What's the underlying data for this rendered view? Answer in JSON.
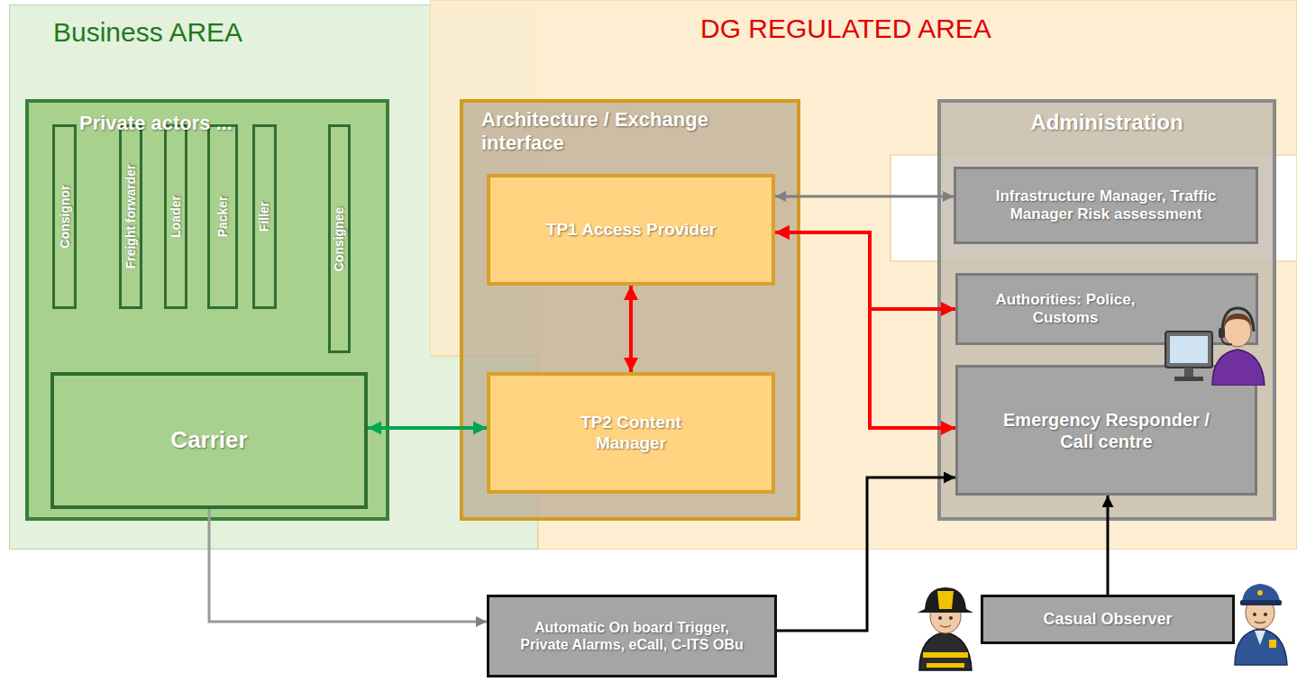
{
  "diagram": {
    "nodes": [
      {
        "text": [
          "Business AREA"
        ]
      },
      {
        "text": [
          "Private actors ..."
        ],
        "in": 0
      },
      {
        "text": [
          "Consignor"
        ],
        "in": 1
      },
      {
        "text": [
          "Freight forwarder"
        ],
        "in": 1
      },
      {
        "text": [
          "Loader"
        ],
        "in": 1
      },
      {
        "text": [
          "Packer"
        ],
        "in": 1
      },
      {
        "text": [
          "Filler"
        ],
        "in": 1
      },
      {
        "text": [
          "Consignee"
        ],
        "in": 1
      },
      {
        "text": [
          "Carrier"
        ],
        "in": 1
      },
      {
        "text": [
          "DG REGULATED AREA"
        ]
      },
      {
        "text": [
          "Architecture / Exchange interface"
        ],
        "in": 9
      },
      {
        "text": [
          "TP1 Access Provider"
        ],
        "in": 10
      },
      {
        "text": [
          "TP2 Content Manager"
        ],
        "in": 10
      },
      {
        "text": [
          "Administration"
        ],
        "in": 9
      },
      {
        "text": [
          "Infrastructure Manager, Traffic Manager Risk assessment"
        ],
        "in": 13
      },
      {
        "text": [
          "Authorities: Police, Customs"
        ],
        "in": 13
      },
      {
        "text": [
          "Emergency Responder / Call centre"
        ],
        "in": 13
      },
      {
        "text": [
          "Automatic On board Trigger, Private Alarms, eCall, C-ITS OBu"
        ]
      },
      {
        "text": [
          "Casual Observer"
        ]
      }
    ],
    "edges": [
      {
        "from": 11,
        "to": 14,
        "arrow": "both"
      },
      {
        "from": 11,
        "to": 12,
        "arrow": "both"
      },
      {
        "from": 11,
        "to": 15,
        "arrow": "both"
      },
      {
        "from": 11,
        "to": 16,
        "arrow": "both"
      },
      {
        "from": 8,
        "to": 12,
        "arrow": "both"
      },
      {
        "from": 8,
        "to": 17,
        "arrow": "to"
      },
      {
        "from": 17,
        "to": 16,
        "arrow": "to"
      },
      {
        "from": 18,
        "to": 16,
        "arrow": "to"
      }
    ]
  }
}
